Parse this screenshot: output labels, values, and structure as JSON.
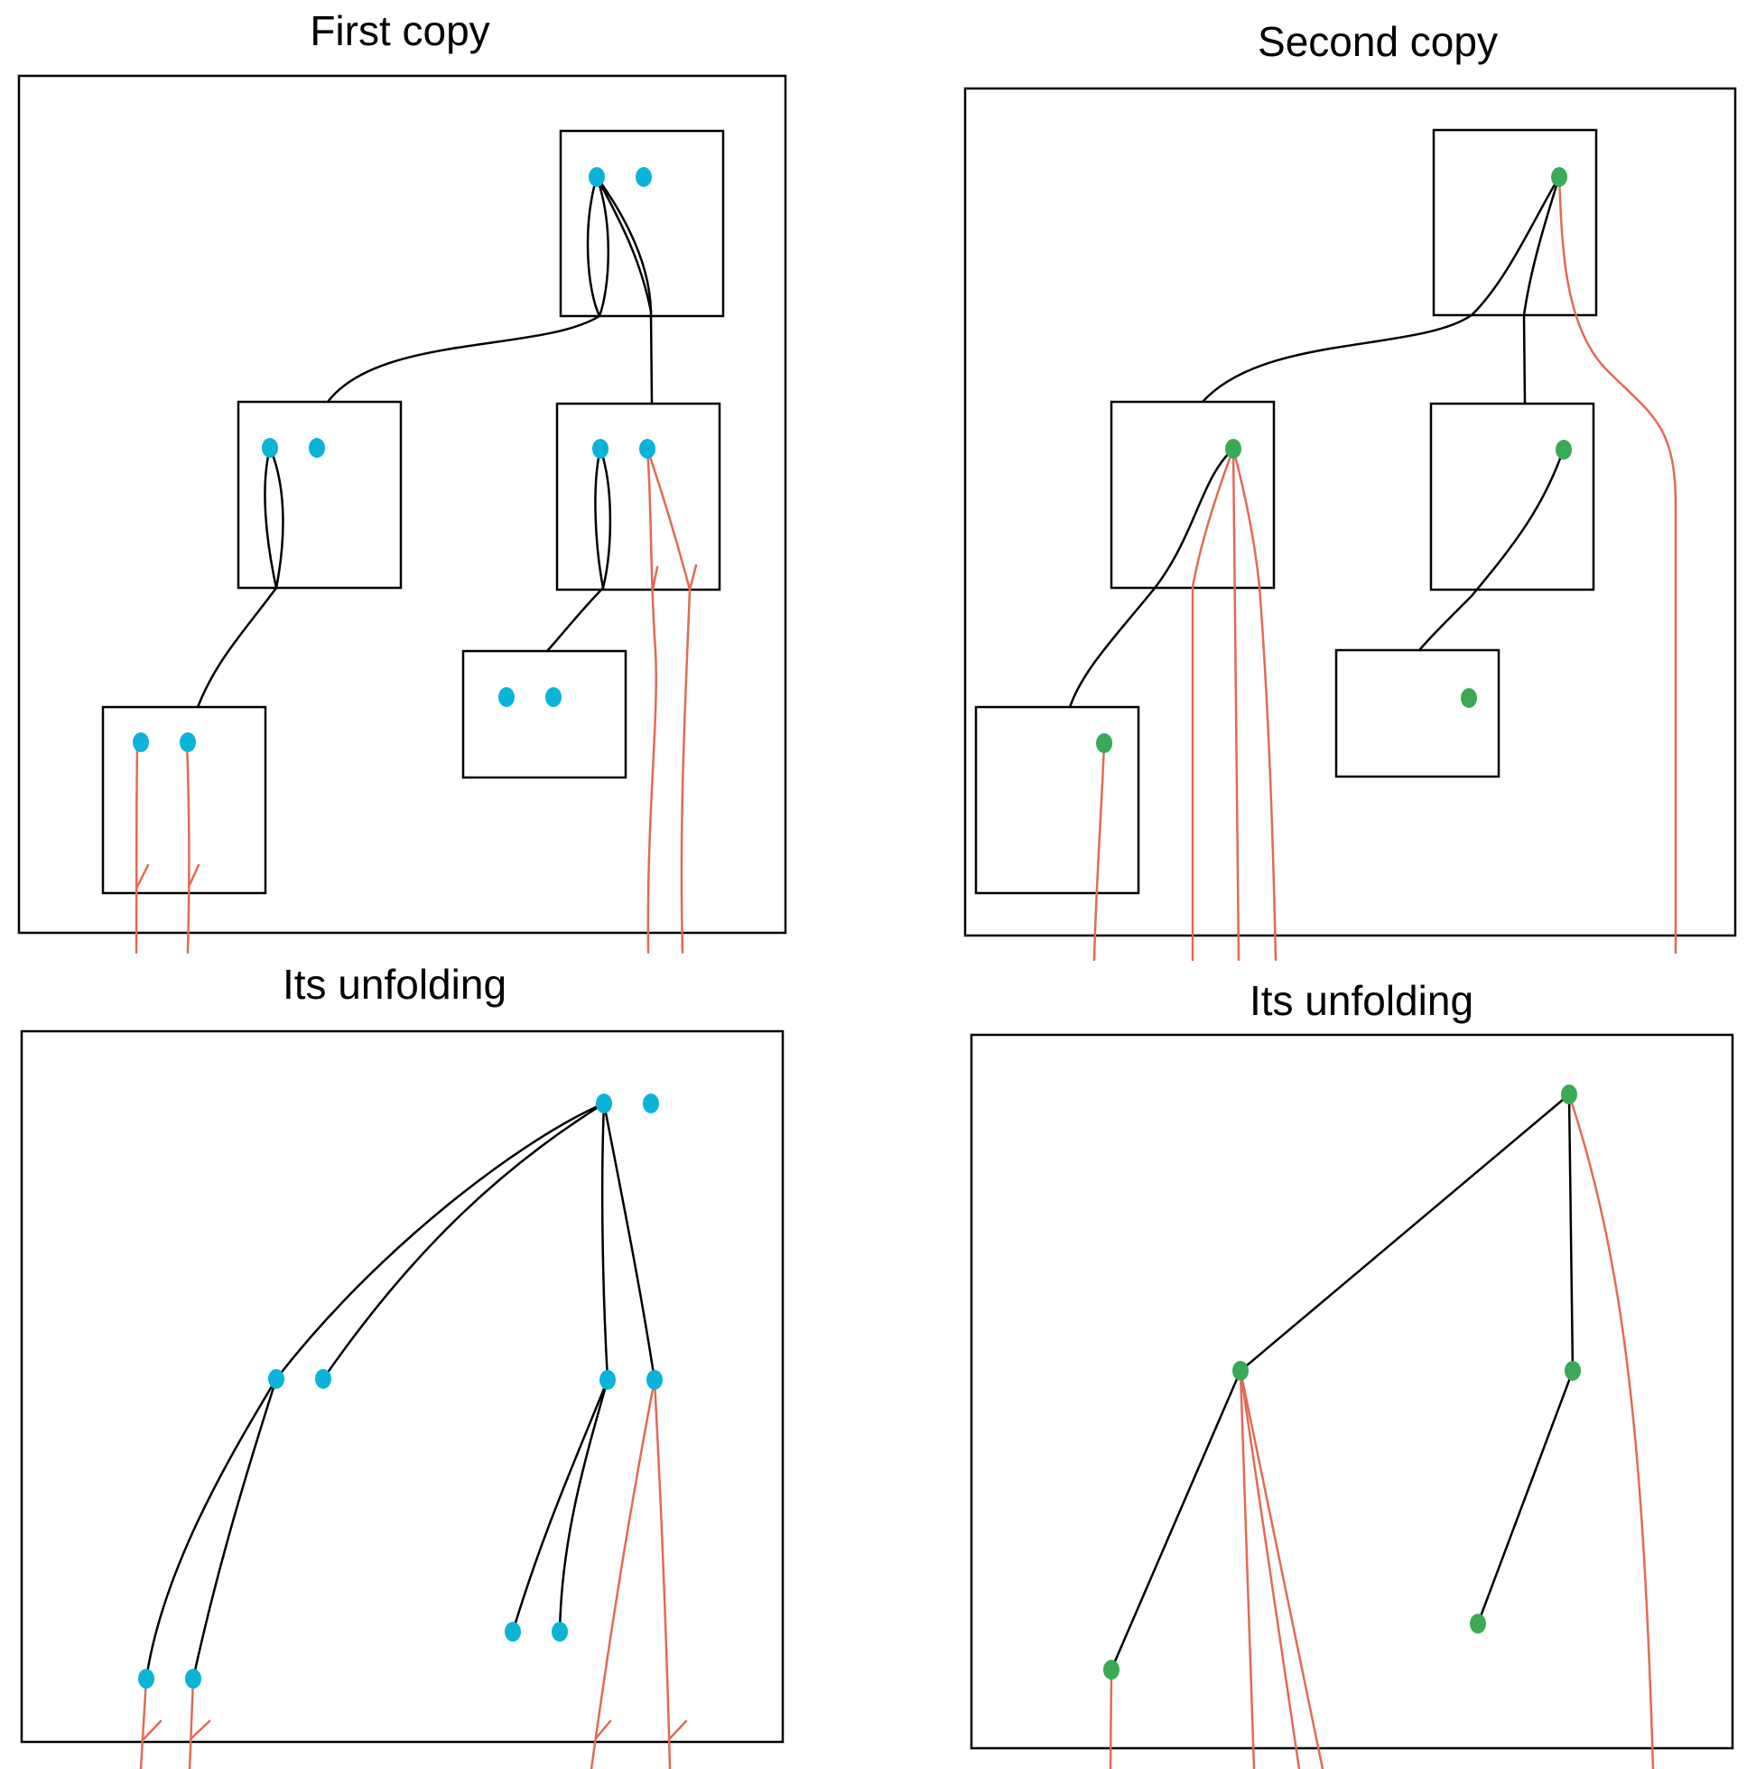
{
  "panels": {
    "top_left": {
      "title": "First copy"
    },
    "top_right": {
      "title": "Second copy"
    },
    "bottom_left": {
      "title": "Its unfolding"
    },
    "bottom_right": {
      "title": "Its unfolding"
    }
  },
  "colors": {
    "first_copy_dots": "#0bb3d9",
    "second_copy_dots": "#3aaa55",
    "red_edges": "#e26a56",
    "black_edges": "#000000"
  }
}
